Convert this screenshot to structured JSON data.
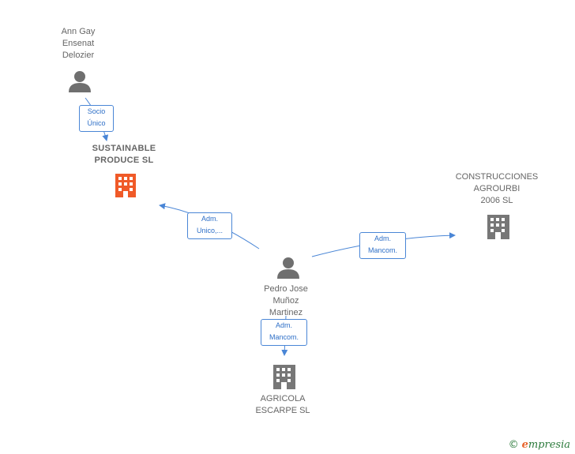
{
  "nodes": {
    "ann": {
      "label": "Ann Gay\nEnsenat\nDelozier",
      "icon": "person-icon"
    },
    "sustainable": {
      "label": "SUSTAINABLE\nPRODUCE  SL",
      "icon": "building-icon",
      "color": "#f05a28"
    },
    "construcciones": {
      "label": "CONSTRUCCIONES\nAGROURBI\n2006 SL",
      "icon": "building-icon",
      "color": "#777777"
    },
    "pedro": {
      "label": "Pedro Jose\nMuñoz\nMartinez",
      "icon": "person-icon"
    },
    "agricola": {
      "label": "AGRICOLA\nESCARPE SL",
      "icon": "building-icon",
      "color": "#777777"
    }
  },
  "edges": {
    "ann_sustainable": {
      "label": "Socio\nÚnico"
    },
    "pedro_sustainable": {
      "label": "Adm.\nUnico,..."
    },
    "pedro_construcciones": {
      "label": "Adm.\nMancom."
    },
    "pedro_agricola": {
      "label": "Adm.\nMancom."
    }
  },
  "colors": {
    "edge": "#4a86d6",
    "person": "#6f6f6f",
    "highlight": "#f05a28",
    "building": "#777777"
  },
  "brand": {
    "copyright": "©",
    "initial": "e",
    "name": "mpresia"
  }
}
